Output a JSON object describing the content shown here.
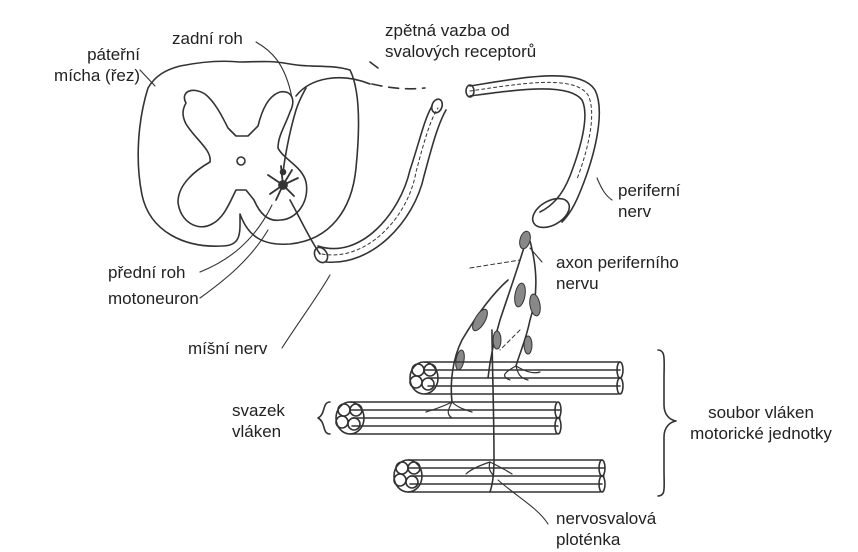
{
  "labels": {
    "spinal_cord_l1": "páteřní",
    "spinal_cord_l2": "mícha (řez)",
    "dorsal_horn": "zadní roh",
    "feedback_l1": "zpětná vazba od",
    "feedback_l2": "svalových receptorů",
    "peripheral_nerve_l1": "periferní",
    "peripheral_nerve_l2": "nerv",
    "ventral_horn": "přední roh",
    "axon_l1": "axon periferního",
    "axon_l2": "nervu",
    "motoneuron": "motoneuron",
    "spinal_nerve": "míšní nerv",
    "fiber_bundle_l1": "svazek",
    "fiber_bundle_l2": "vláken",
    "motor_unit_l1": "soubor vláken",
    "motor_unit_l2": "motorické jednotky",
    "endplate_l1": "nervosvalová",
    "endplate_l2": "ploténka"
  }
}
